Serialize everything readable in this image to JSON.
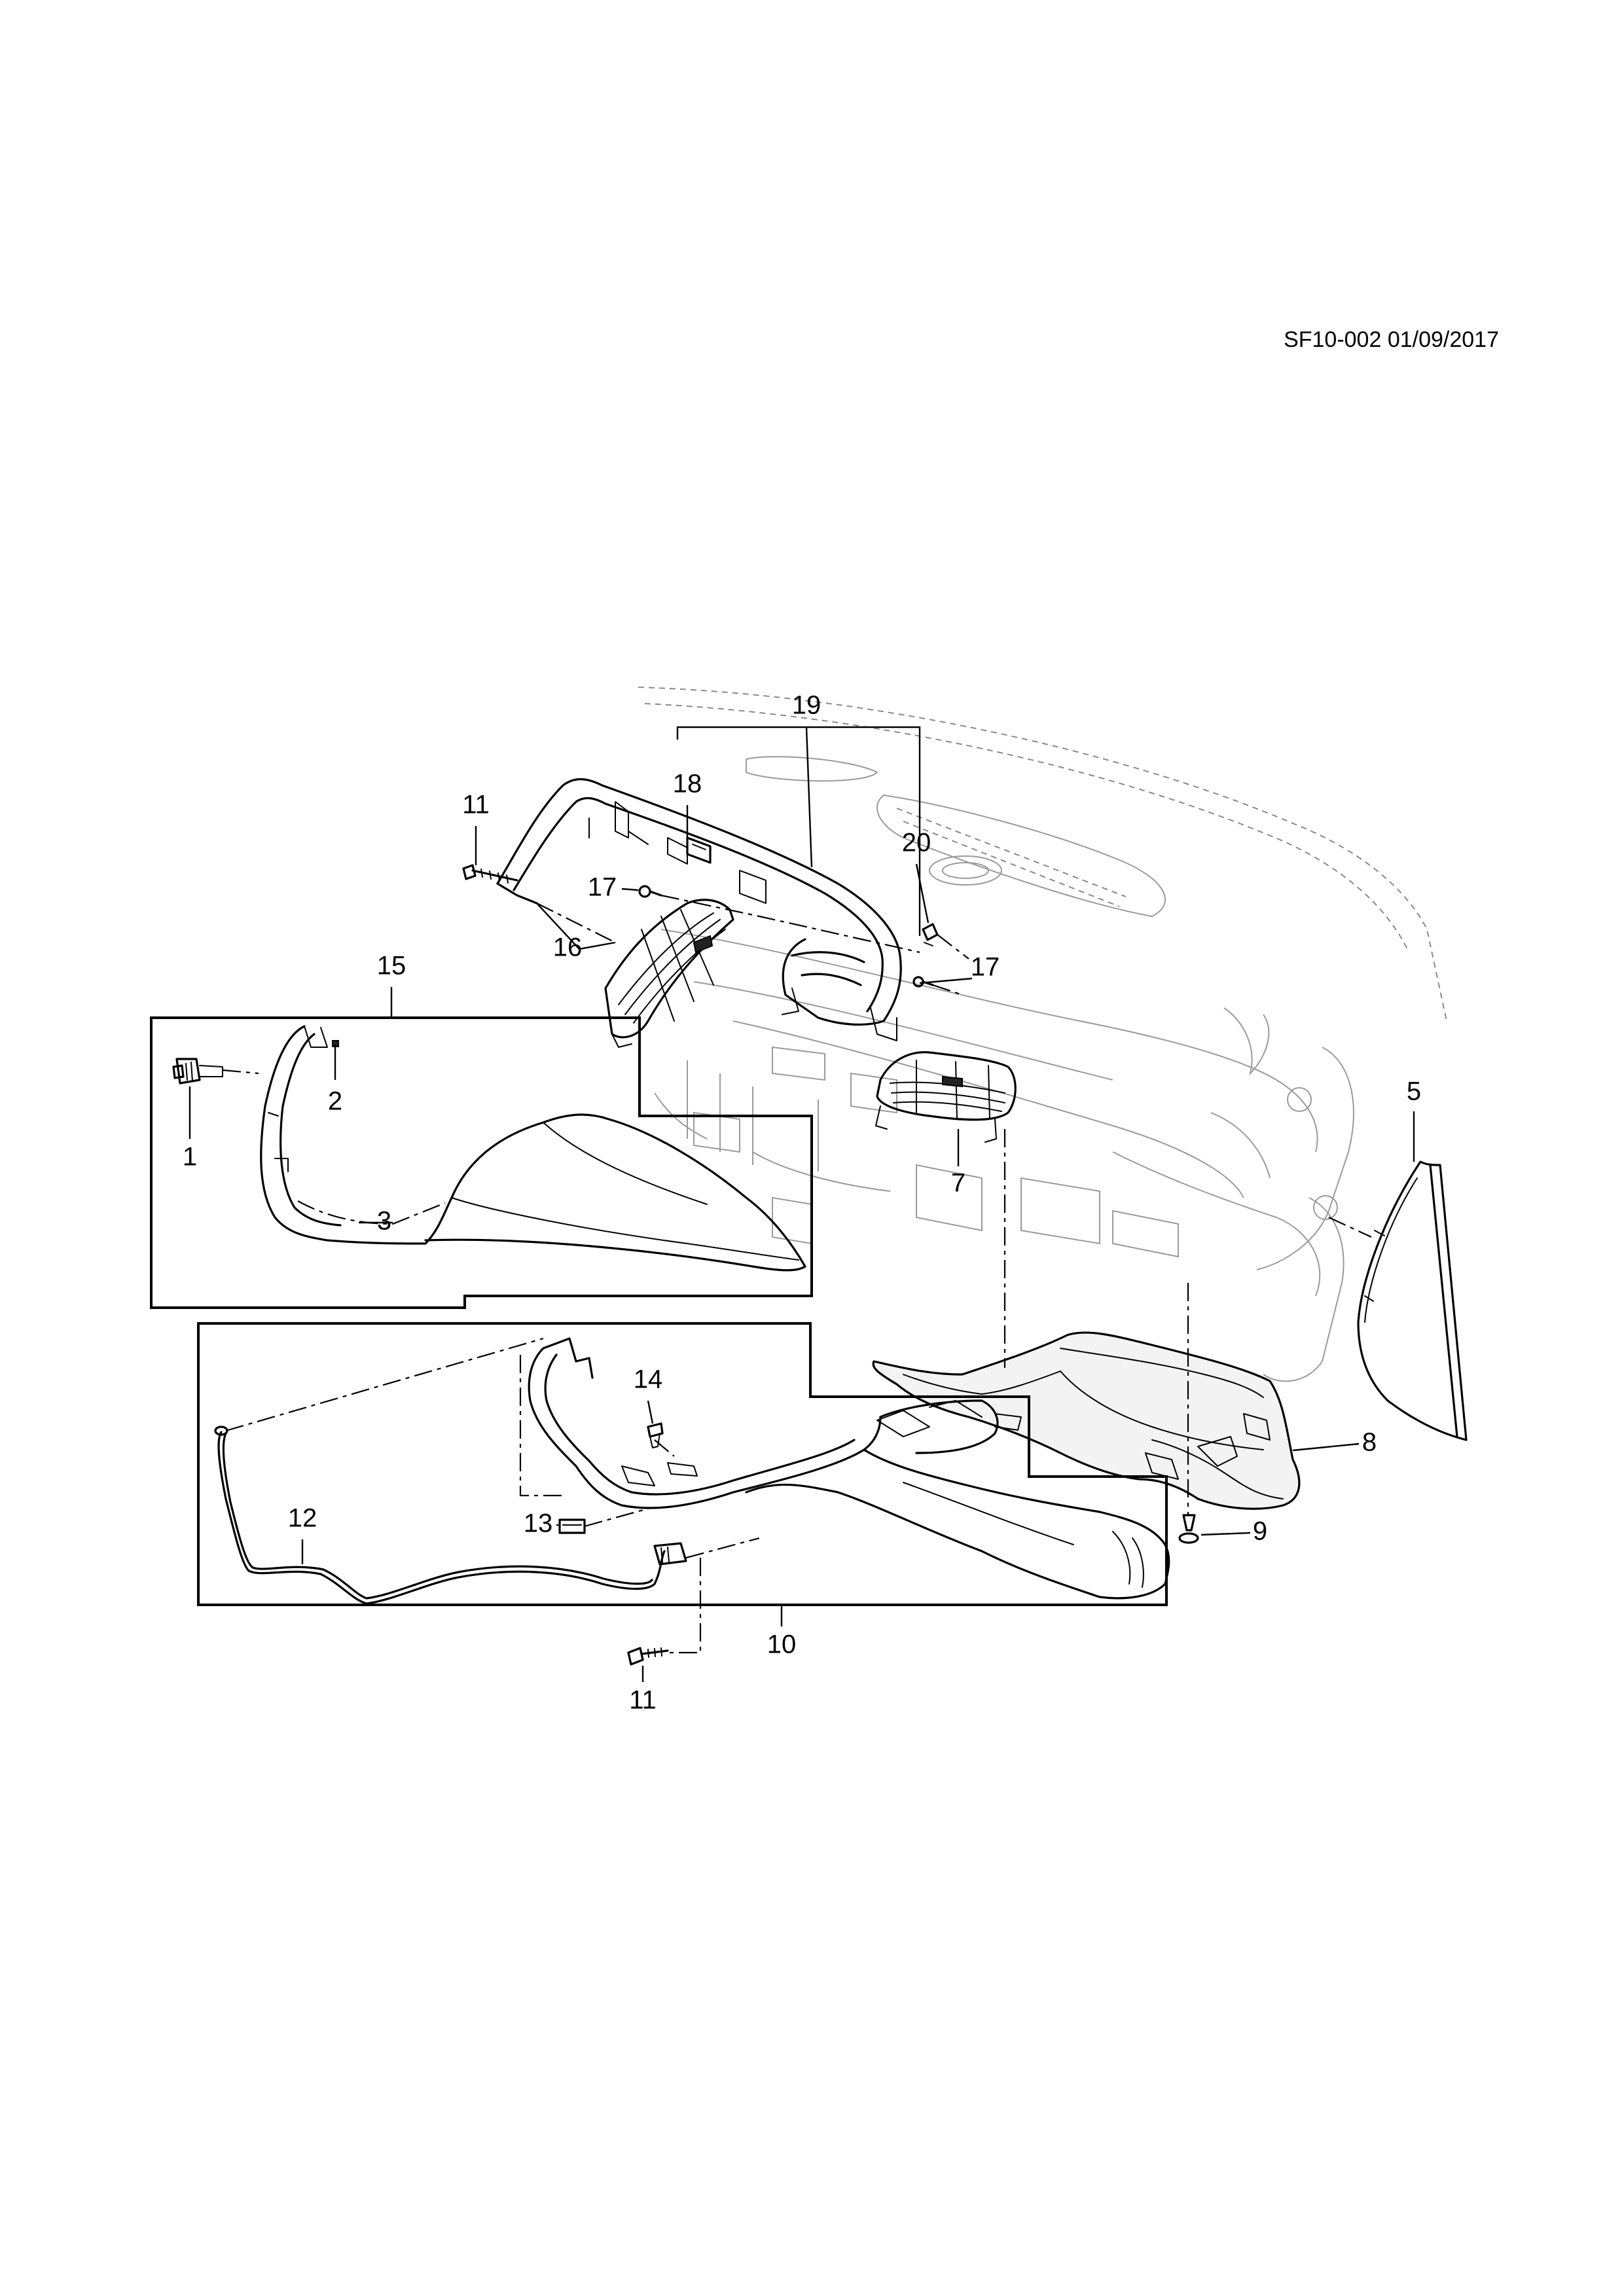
{
  "reference": "SF10-002 01/09/2017",
  "callouts": {
    "c1": "1",
    "c2": "2",
    "c3": "3",
    "c5": "5",
    "c7": "7",
    "c8": "8",
    "c9": "9",
    "c10": "10",
    "c11a": "11",
    "c11b": "11",
    "c12": "12",
    "c13": "13",
    "c14": "14",
    "c15": "15",
    "c16": "16",
    "c17a": "17",
    "c17b": "17",
    "c18": "18",
    "c19": "19",
    "c20": "20"
  }
}
